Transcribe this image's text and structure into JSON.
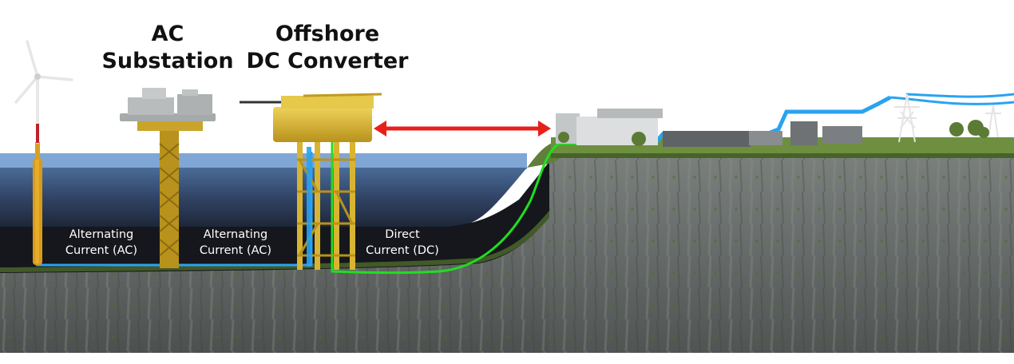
{
  "titles": {
    "ac_substation": [
      "AC",
      "Substation"
    ],
    "dc_converter": [
      "Offshore",
      "DC Converter"
    ]
  },
  "labels": {
    "ac_segment_1": [
      "Alternating",
      "Current (AC)"
    ],
    "ac_segment_2": [
      "Alternating",
      "Current (AC)"
    ],
    "dc_segment": [
      "Direct",
      "Current (DC)"
    ]
  },
  "colors": {
    "ac_cable": "#2aa3ef",
    "dc_cable": "#22dd22",
    "distance_arrow": "#e8201a",
    "sea_surface": "#7fa6d4",
    "deep_water": "#2b3b56",
    "seabed_dark": "#15171c",
    "cliff_rock": "#6e7370",
    "grass": "#6d8f3f",
    "structure_yellow": "#d8b432",
    "substation_gray": "#b9bcbd"
  },
  "icons": [
    "wind-turbine-icon",
    "ac-substation-platform-icon",
    "dc-converter-platform-icon",
    "onshore-converter-station-icon",
    "transmission-pylon-icon",
    "tree-icon"
  ]
}
